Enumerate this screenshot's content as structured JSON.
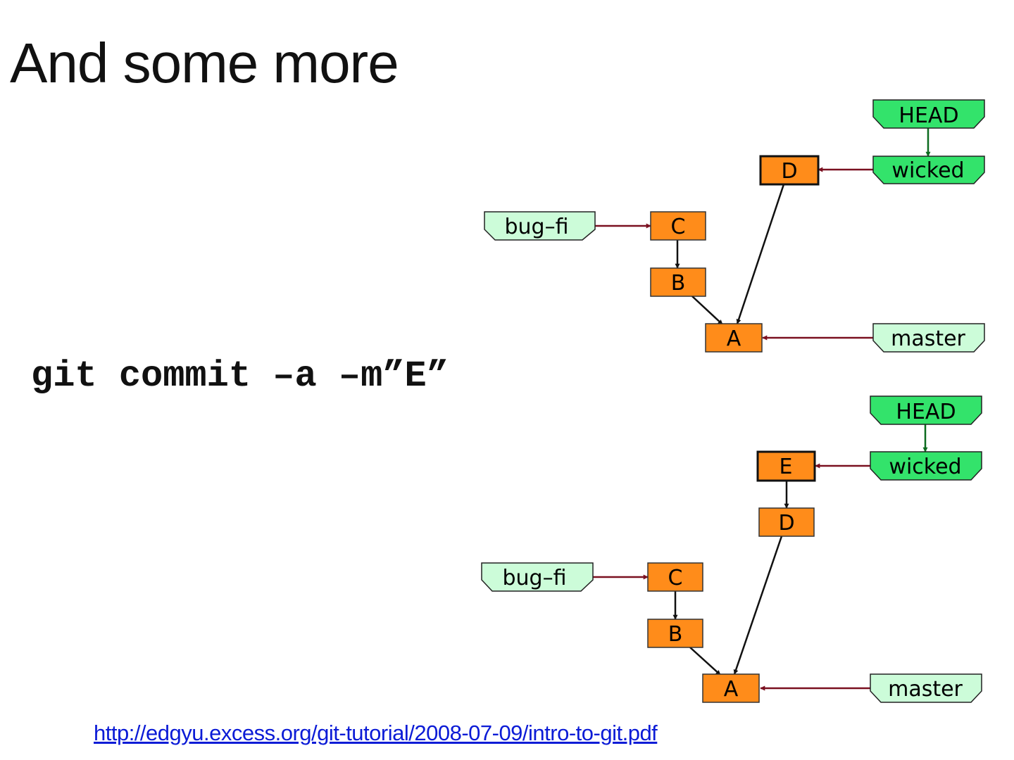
{
  "slide": {
    "title": "And some more",
    "command": "git commit –a –m”E”",
    "source_link": "http://edgyu.excess.org/git-tutorial/2008-07-09/intro-to-git.pdf"
  },
  "colors": {
    "commit_fill": "#ff8c1a",
    "head_fill": "#33e36b",
    "branch_fill": "#ccfcd9",
    "ref_edge": "#7a1020",
    "parent_edge": "#111111",
    "head_edge": "#0c6b1f",
    "link": "#0b1bd6"
  },
  "diagrams": [
    {
      "name": "before",
      "head": "HEAD",
      "current_branch": "wicked",
      "commits": [
        {
          "id": "D",
          "current": true
        },
        {
          "id": "C",
          "current": false
        },
        {
          "id": "B",
          "current": false
        },
        {
          "id": "A",
          "current": false
        }
      ],
      "branches": [
        "wicked",
        "bug–fi",
        "master"
      ]
    },
    {
      "name": "after",
      "head": "HEAD",
      "current_branch": "wicked",
      "commits": [
        {
          "id": "E",
          "current": true
        },
        {
          "id": "D",
          "current": false
        },
        {
          "id": "C",
          "current": false
        },
        {
          "id": "B",
          "current": false
        },
        {
          "id": "A",
          "current": false
        }
      ],
      "branches": [
        "wicked",
        "bug–fi",
        "master"
      ]
    }
  ]
}
